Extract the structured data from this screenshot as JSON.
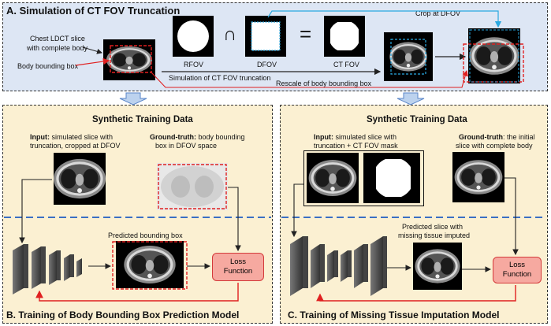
{
  "panel_a": {
    "title": "A. Simulation of CT FOV Truncation",
    "chest_label_line1": "Chest LDCT slice",
    "chest_label_line2": "with complete body",
    "bbox_label": "Body bounding box",
    "rfov_label": "RFOV",
    "dfov_label": "DFOV",
    "ctfov_label": "CT FOV",
    "op_intersect": "∩",
    "op_equals": "=",
    "simulation_label": "Simulation of CT FOV truncation",
    "rescale_label": "Rescale of body bounding box",
    "crop_label": "Crop at DFOV"
  },
  "panel_b": {
    "header": "Synthetic Training Data",
    "input_bold": "Input:",
    "input_text_line1": " simulated slice with",
    "input_text_line2": "truncation, cropped at DFOV",
    "gt_bold": "Ground-truth:",
    "gt_text_line1": " body bounding",
    "gt_text_line2": "box in DFOV space",
    "pred_label": "Predicted bounding box",
    "loss_line1": "Loss",
    "loss_line2": "Function",
    "title": "B. Training of Body Bounding Box Prediction Model"
  },
  "panel_c": {
    "header": "Synthetic Training Data",
    "input_bold": "Input:",
    "input_text_line1": " simulated slice with",
    "input_text_line2": "truncation + CT FOV mask",
    "gt_bold": "Ground-truth",
    "gt_text_line1": ": the initial",
    "gt_text_line2": "slice with complete body",
    "pred_label_line1": "Predicted slice with",
    "pred_label_line2": "missing tissue imputed",
    "loss_line1": "Loss",
    "loss_line2": "Function",
    "title": "C. Training of Missing Tissue Imputation Model"
  },
  "colors": {
    "panel_a_bg": "#dde6f4",
    "panel_bc_bg": "#fbf0d2",
    "bbox_red": "#e02020",
    "crop_blue": "#29a8e0",
    "loss_fill": "#f6a9a0",
    "dash_blue": "#3a6fc4",
    "arrow_blue": "#5a86c8"
  }
}
